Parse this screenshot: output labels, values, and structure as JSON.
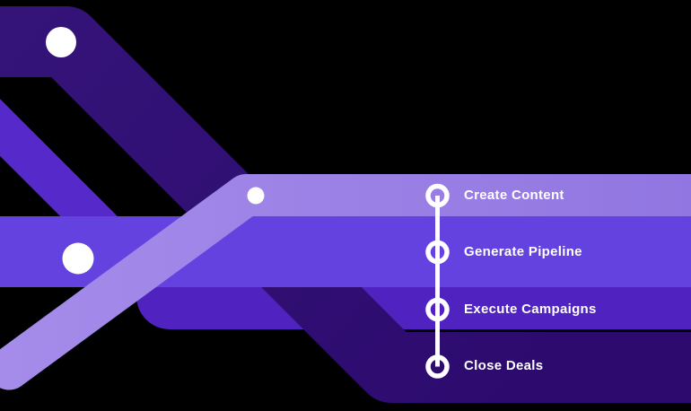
{
  "colors": {
    "background": "#000000",
    "dark_ribbon_top": "#351479",
    "dark_ribbon_bottom": "#2C0A6E",
    "generate_band": "#6442E0",
    "generate_arm": "#5629CA",
    "execute_band": "#5022BF",
    "light_ribbon_start": "#A58CEA",
    "light_ribbon_end": "#9176E1",
    "node_white": "#FFFFFF",
    "label_text": "#FFFFFF"
  },
  "timeline": {
    "steps": [
      {
        "label": "Create Content"
      },
      {
        "label": "Generate Pipeline"
      },
      {
        "label": "Execute Campaigns"
      },
      {
        "label": "Close Deals"
      }
    ]
  }
}
